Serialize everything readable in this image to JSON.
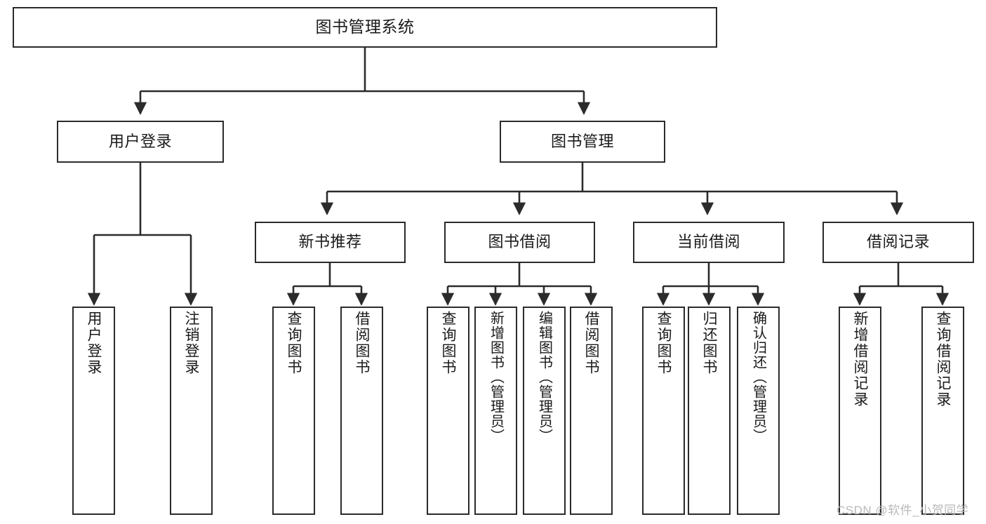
{
  "diagram": {
    "type": "tree",
    "title": "图书管理系统",
    "style": {
      "node_fill": "#ffffff",
      "node_border": "#2b2b2b",
      "edge_color": "#2b2b2b",
      "text_color": "#1a1a1a",
      "background": "#ffffff",
      "watermark_color": "#b9b9b9"
    },
    "root": {
      "label": "图书管理系统"
    },
    "level2": [
      {
        "label": "用户登录"
      },
      {
        "label": "图书管理"
      }
    ],
    "level3": [
      {
        "label": "新书推荐"
      },
      {
        "label": "图书借阅"
      },
      {
        "label": "当前借阅"
      },
      {
        "label": "借阅记录"
      }
    ],
    "leaves": {
      "user_login": [
        {
          "label": "用户登录"
        },
        {
          "label": "注销登录"
        }
      ],
      "new_book_recommend": [
        {
          "label": "查询图书"
        },
        {
          "label": "借阅图书"
        }
      ],
      "book_borrow": [
        {
          "label": "查询图书"
        },
        {
          "label": "新增图书（管理员）"
        },
        {
          "label": "编辑图书（管理员）"
        },
        {
          "label": "借阅图书"
        }
      ],
      "current_borrow": [
        {
          "label": "查询图书"
        },
        {
          "label": "归还图书"
        },
        {
          "label": "确认归还（管理员）"
        }
      ],
      "borrow_record": [
        {
          "label": "新增借阅记录"
        },
        {
          "label": "查询借阅记录"
        }
      ]
    }
  },
  "watermark": {
    "text": "CSDN @软件_小贺同学"
  }
}
